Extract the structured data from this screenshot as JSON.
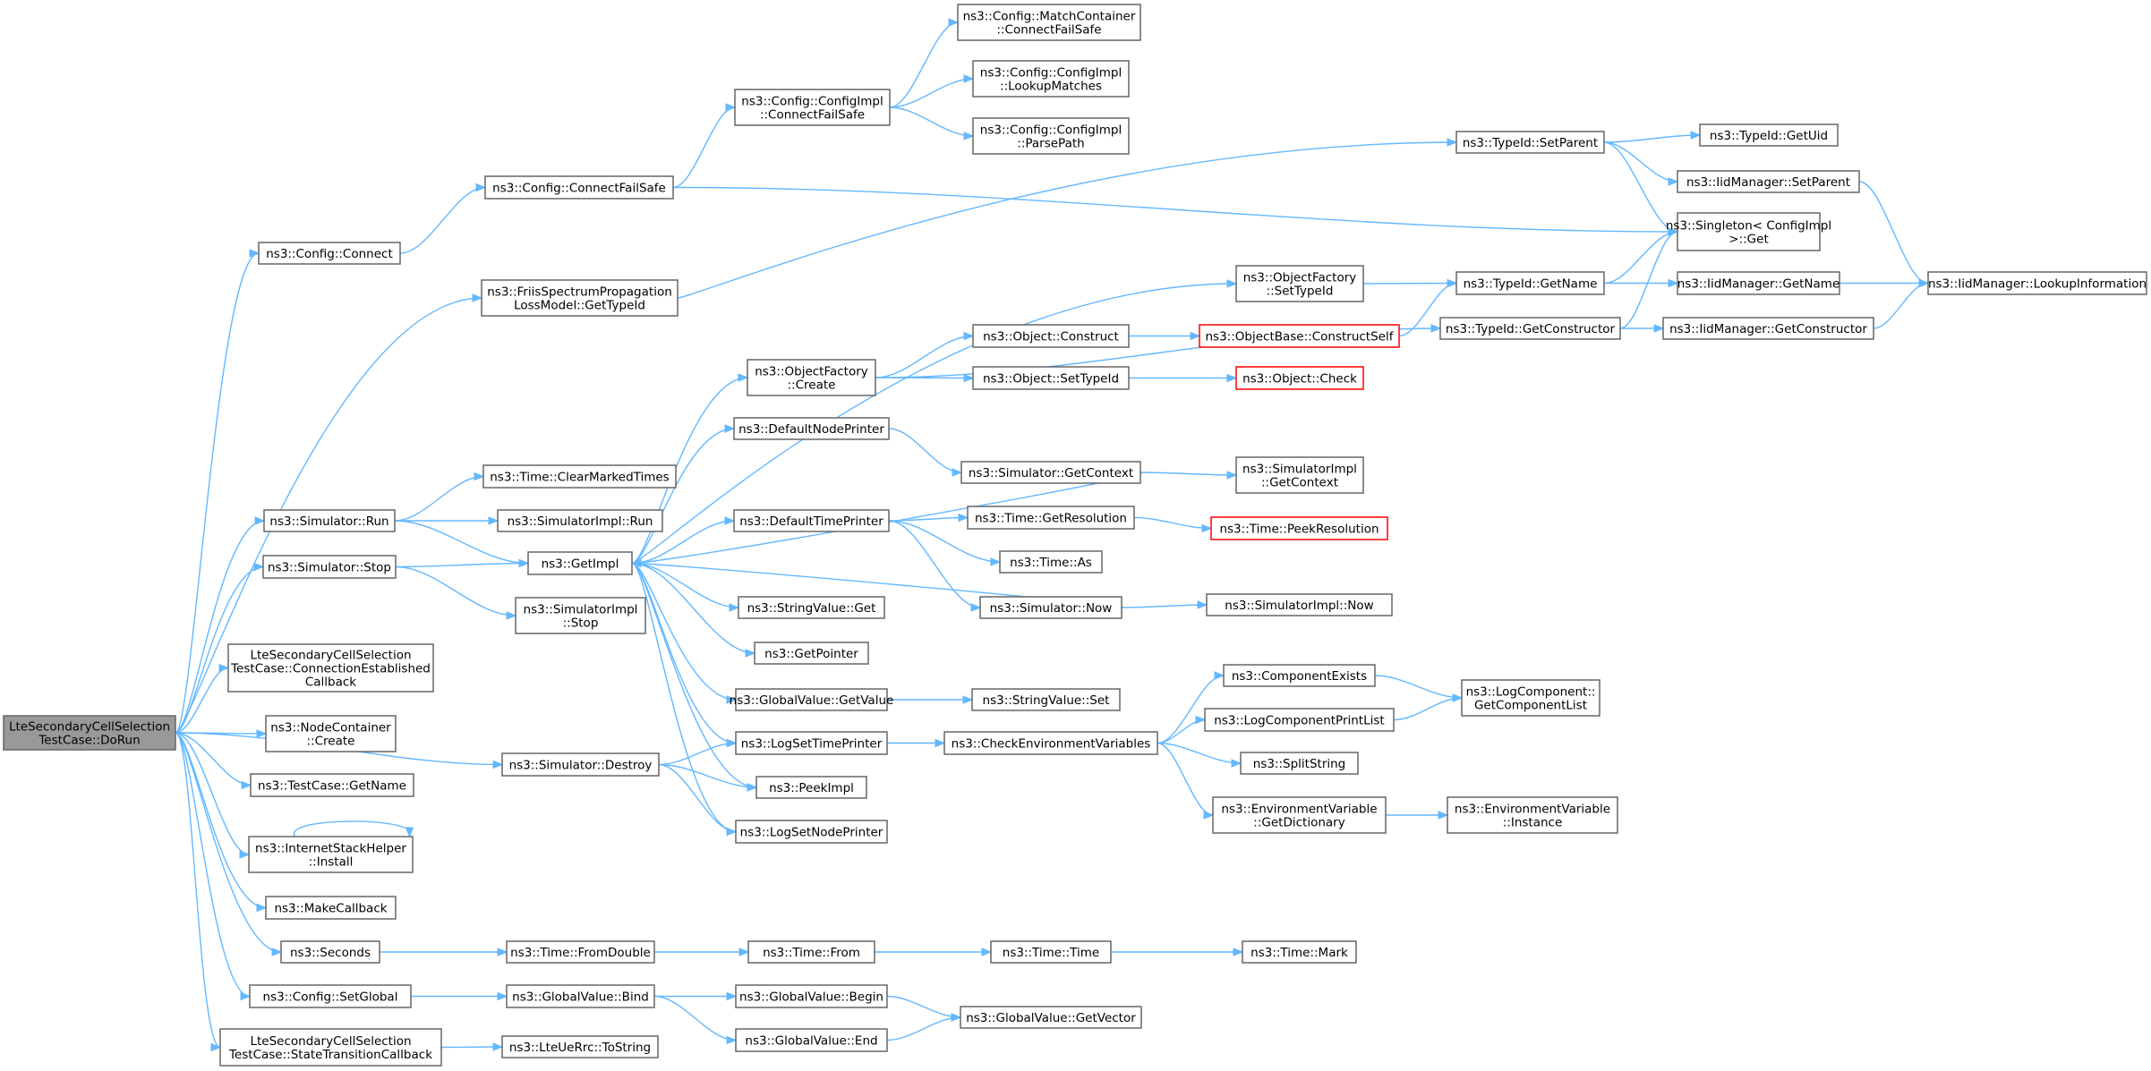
{
  "colors": {
    "edge": "#63b8ff",
    "root_fill": "#999999",
    "border": "#666666",
    "truncated_border": "#ff0000"
  },
  "nodes": [
    {
      "id": "root",
      "lines": [
        "LteSecondaryCellSelection",
        "TestCase::DoRun"
      ],
      "kind": "root"
    },
    {
      "id": "cfgConnect",
      "lines": [
        "ns3::Config::Connect"
      ]
    },
    {
      "id": "cfgCFS",
      "lines": [
        "ns3::Config::ConnectFailSafe"
      ]
    },
    {
      "id": "implCFS",
      "lines": [
        "ns3::Config::ConfigImpl",
        "::ConnectFailSafe"
      ]
    },
    {
      "id": "mcCFS",
      "lines": [
        "ns3::Config::MatchContainer",
        "::ConnectFailSafe"
      ]
    },
    {
      "id": "implLookup",
      "lines": [
        "ns3::Config::ConfigImpl",
        "::LookupMatches"
      ]
    },
    {
      "id": "implParse",
      "lines": [
        "ns3::Config::ConfigImpl",
        "::ParsePath"
      ]
    },
    {
      "id": "friis",
      "lines": [
        "ns3::FriisSpectrumPropagation",
        "LossModel::GetTypeId"
      ]
    },
    {
      "id": "tidSetParent",
      "lines": [
        "ns3::TypeId::SetParent"
      ]
    },
    {
      "id": "tidGetUid",
      "lines": [
        "ns3::TypeId::GetUid"
      ]
    },
    {
      "id": "iidSetParent",
      "lines": [
        "ns3::IidManager::SetParent"
      ]
    },
    {
      "id": "singleton",
      "lines": [
        "ns3::Singleton< ConfigImpl",
        "  >::Get"
      ]
    },
    {
      "id": "iidLookup",
      "lines": [
        "ns3::IidManager::LookupInformation"
      ]
    },
    {
      "id": "ofSetTypeId",
      "lines": [
        "ns3::ObjectFactory",
        "::SetTypeId"
      ]
    },
    {
      "id": "tidGetName",
      "lines": [
        "ns3::TypeId::GetName"
      ]
    },
    {
      "id": "iidGetName",
      "lines": [
        "ns3::IidManager::GetName"
      ]
    },
    {
      "id": "tidGetCtor",
      "lines": [
        "ns3::TypeId::GetConstructor"
      ]
    },
    {
      "id": "iidGetCtor",
      "lines": [
        "ns3::IidManager::GetConstructor"
      ]
    },
    {
      "id": "ofCreate",
      "lines": [
        "ns3::ObjectFactory",
        "::Create"
      ]
    },
    {
      "id": "objConstruct",
      "lines": [
        "ns3::Object::Construct"
      ]
    },
    {
      "id": "obConstructSelf",
      "lines": [
        "ns3::ObjectBase::ConstructSelf"
      ],
      "kind": "trunc"
    },
    {
      "id": "objSetTypeId",
      "lines": [
        "ns3::Object::SetTypeId"
      ]
    },
    {
      "id": "objCheck",
      "lines": [
        "ns3::Object::Check"
      ],
      "kind": "trunc"
    },
    {
      "id": "defNodePrinter",
      "lines": [
        "ns3::DefaultNodePrinter"
      ]
    },
    {
      "id": "simGetContext",
      "lines": [
        "ns3::Simulator::GetContext"
      ]
    },
    {
      "id": "simImplGetContext",
      "lines": [
        "ns3::SimulatorImpl",
        "::GetContext"
      ]
    },
    {
      "id": "timeClear",
      "lines": [
        "ns3::Time::ClearMarkedTimes"
      ]
    },
    {
      "id": "simRun",
      "lines": [
        "ns3::Simulator::Run"
      ]
    },
    {
      "id": "simImplRun",
      "lines": [
        "ns3::SimulatorImpl::Run"
      ]
    },
    {
      "id": "defTimePrinter",
      "lines": [
        "ns3::DefaultTimePrinter"
      ]
    },
    {
      "id": "timeGetRes",
      "lines": [
        "ns3::Time::GetResolution"
      ]
    },
    {
      "id": "timePeekRes",
      "lines": [
        "ns3::Time::PeekResolution"
      ],
      "kind": "trunc"
    },
    {
      "id": "simStop",
      "lines": [
        "ns3::Simulator::Stop"
      ]
    },
    {
      "id": "getImpl",
      "lines": [
        "ns3::GetImpl"
      ]
    },
    {
      "id": "timeAs",
      "lines": [
        "ns3::Time::As"
      ]
    },
    {
      "id": "simImplStop",
      "lines": [
        "ns3::SimulatorImpl",
        "::Stop"
      ]
    },
    {
      "id": "strValGet",
      "lines": [
        "ns3::StringValue::Get"
      ]
    },
    {
      "id": "simNow",
      "lines": [
        "ns3::Simulator::Now"
      ]
    },
    {
      "id": "simImplNow",
      "lines": [
        "ns3::SimulatorImpl::Now"
      ]
    },
    {
      "id": "getPointer",
      "lines": [
        "ns3::GetPointer"
      ]
    },
    {
      "id": "connEst",
      "lines": [
        "LteSecondaryCellSelection",
        "TestCase::ConnectionEstablished",
        "Callback"
      ]
    },
    {
      "id": "compExists",
      "lines": [
        "ns3::ComponentExists"
      ]
    },
    {
      "id": "lcGetList",
      "lines": [
        "ns3::LogComponent::",
        "GetComponentList"
      ]
    },
    {
      "id": "gvGetValue",
      "lines": [
        "ns3::GlobalValue::GetValue"
      ]
    },
    {
      "id": "strValSet",
      "lines": [
        "ns3::StringValue::Set"
      ]
    },
    {
      "id": "lcPrintList",
      "lines": [
        "ns3::LogComponentPrintList"
      ]
    },
    {
      "id": "ncCreate",
      "lines": [
        "ns3::NodeContainer",
        "::Create"
      ]
    },
    {
      "id": "logSetTime",
      "lines": [
        "ns3::LogSetTimePrinter"
      ]
    },
    {
      "id": "checkEnv",
      "lines": [
        "ns3::CheckEnvironmentVariables"
      ]
    },
    {
      "id": "simDestroy",
      "lines": [
        "ns3::Simulator::Destroy"
      ]
    },
    {
      "id": "splitString",
      "lines": [
        "ns3::SplitString"
      ]
    },
    {
      "id": "tcGetName",
      "lines": [
        "ns3::TestCase::GetName"
      ]
    },
    {
      "id": "peekImpl",
      "lines": [
        "ns3::PeekImpl"
      ]
    },
    {
      "id": "envGetDict",
      "lines": [
        "ns3::EnvironmentVariable",
        "::GetDictionary"
      ]
    },
    {
      "id": "envInstance",
      "lines": [
        "ns3::EnvironmentVariable",
        "::Instance"
      ]
    },
    {
      "id": "logSetNode",
      "lines": [
        "ns3::LogSetNodePrinter"
      ]
    },
    {
      "id": "ishInstall",
      "lines": [
        "ns3::InternetStackHelper",
        "::Install"
      ]
    },
    {
      "id": "makeCallback",
      "lines": [
        "ns3::MakeCallback"
      ]
    },
    {
      "id": "seconds",
      "lines": [
        "ns3::Seconds"
      ]
    },
    {
      "id": "timeFromDouble",
      "lines": [
        "ns3::Time::FromDouble"
      ]
    },
    {
      "id": "timeFrom",
      "lines": [
        "ns3::Time::From"
      ]
    },
    {
      "id": "timeTime",
      "lines": [
        "ns3::Time::Time"
      ]
    },
    {
      "id": "timeMark",
      "lines": [
        "ns3::Time::Mark"
      ]
    },
    {
      "id": "cfgSetGlobal",
      "lines": [
        "ns3::Config::SetGlobal"
      ]
    },
    {
      "id": "gvBind",
      "lines": [
        "ns3::GlobalValue::Bind"
      ]
    },
    {
      "id": "gvBegin",
      "lines": [
        "ns3::GlobalValue::Begin"
      ]
    },
    {
      "id": "gvGetVector",
      "lines": [
        "ns3::GlobalValue::GetVector"
      ]
    },
    {
      "id": "gvEnd",
      "lines": [
        "ns3::GlobalValue::End"
      ]
    },
    {
      "id": "stateTrans",
      "lines": [
        "LteSecondaryCellSelection",
        "TestCase::StateTransitionCallback"
      ]
    },
    {
      "id": "lteToString",
      "lines": [
        "ns3::LteUeRrc::ToString"
      ]
    }
  ],
  "edges": [
    [
      "root",
      "cfgConnect"
    ],
    [
      "root",
      "friis"
    ],
    [
      "root",
      "simRun"
    ],
    [
      "root",
      "simStop"
    ],
    [
      "root",
      "simDestroy"
    ],
    [
      "root",
      "connEst"
    ],
    [
      "root",
      "ncCreate"
    ],
    [
      "root",
      "tcGetName"
    ],
    [
      "root",
      "ishInstall"
    ],
    [
      "root",
      "makeCallback"
    ],
    [
      "root",
      "seconds"
    ],
    [
      "root",
      "cfgSetGlobal"
    ],
    [
      "root",
      "stateTrans"
    ],
    [
      "cfgConnect",
      "cfgCFS"
    ],
    [
      "cfgCFS",
      "implCFS"
    ],
    [
      "cfgCFS",
      "singleton"
    ],
    [
      "implCFS",
      "mcCFS"
    ],
    [
      "implCFS",
      "implLookup"
    ],
    [
      "implCFS",
      "implParse"
    ],
    [
      "friis",
      "tidSetParent"
    ],
    [
      "tidSetParent",
      "tidGetUid"
    ],
    [
      "tidSetParent",
      "iidSetParent"
    ],
    [
      "tidSetParent",
      "singleton"
    ],
    [
      "iidSetParent",
      "iidLookup"
    ],
    [
      "ofSetTypeId",
      "tidGetName"
    ],
    [
      "tidGetName",
      "singleton"
    ],
    [
      "tidGetName",
      "iidGetName"
    ],
    [
      "iidGetName",
      "iidLookup"
    ],
    [
      "tidGetCtor",
      "singleton"
    ],
    [
      "tidGetCtor",
      "iidGetCtor"
    ],
    [
      "iidGetCtor",
      "iidLookup"
    ],
    [
      "ofCreate",
      "objConstruct"
    ],
    [
      "ofCreate",
      "objSetTypeId"
    ],
    [
      "ofCreate",
      "tidGetCtor"
    ],
    [
      "objConstruct",
      "obConstructSelf"
    ],
    [
      "obConstructSelf",
      "tidGetName"
    ],
    [
      "objSetTypeId",
      "objCheck"
    ],
    [
      "defNodePrinter",
      "simGetContext"
    ],
    [
      "simGetContext",
      "simImplGetContext"
    ],
    [
      "simGetContext",
      "getImpl"
    ],
    [
      "simRun",
      "timeClear"
    ],
    [
      "simRun",
      "simImplRun"
    ],
    [
      "simRun",
      "getImpl"
    ],
    [
      "simStop",
      "getImpl"
    ],
    [
      "simStop",
      "simImplStop"
    ],
    [
      "getImpl",
      "ofSetTypeId"
    ],
    [
      "getImpl",
      "ofCreate"
    ],
    [
      "getImpl",
      "defNodePrinter"
    ],
    [
      "getImpl",
      "defTimePrinter"
    ],
    [
      "getImpl",
      "strValGet"
    ],
    [
      "getImpl",
      "getPointer"
    ],
    [
      "getImpl",
      "gvGetValue"
    ],
    [
      "getImpl",
      "logSetTime"
    ],
    [
      "getImpl",
      "peekImpl"
    ],
    [
      "getImpl",
      "logSetNode"
    ],
    [
      "defTimePrinter",
      "timeGetRes"
    ],
    [
      "defTimePrinter",
      "timeAs"
    ],
    [
      "defTimePrinter",
      "simNow"
    ],
    [
      "timeGetRes",
      "timePeekRes"
    ],
    [
      "simNow",
      "simImplNow"
    ],
    [
      "simNow",
      "getImpl"
    ],
    [
      "gvGetValue",
      "strValSet"
    ],
    [
      "logSetTime",
      "checkEnv"
    ],
    [
      "checkEnv",
      "compExists"
    ],
    [
      "checkEnv",
      "lcPrintList"
    ],
    [
      "checkEnv",
      "splitString"
    ],
    [
      "checkEnv",
      "envGetDict"
    ],
    [
      "compExists",
      "lcGetList"
    ],
    [
      "lcPrintList",
      "lcGetList"
    ],
    [
      "envGetDict",
      "envInstance"
    ],
    [
      "simDestroy",
      "logSetTime"
    ],
    [
      "simDestroy",
      "peekImpl"
    ],
    [
      "simDestroy",
      "logSetNode"
    ],
    [
      "ishInstall",
      "ishInstall"
    ],
    [
      "seconds",
      "timeFromDouble"
    ],
    [
      "timeFromDouble",
      "timeFrom"
    ],
    [
      "timeFrom",
      "timeTime"
    ],
    [
      "timeTime",
      "timeMark"
    ],
    [
      "cfgSetGlobal",
      "gvBind"
    ],
    [
      "gvBind",
      "gvBegin"
    ],
    [
      "gvBind",
      "gvEnd"
    ],
    [
      "gvBegin",
      "gvGetVector"
    ],
    [
      "gvEnd",
      "gvGetVector"
    ],
    [
      "stateTrans",
      "lteToString"
    ]
  ]
}
